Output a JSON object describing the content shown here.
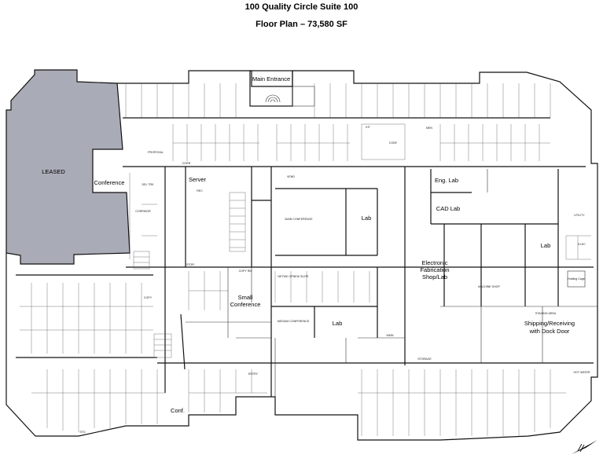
{
  "header": {
    "title": "100 Quality Circle Suite 100",
    "subtitle": "Floor Plan – 73,580 SF"
  },
  "colors": {
    "leased_fill": "#a9abb6",
    "wall": "#111111",
    "background": "#ffffff"
  },
  "rooms": {
    "main_entrance": "Main Entrance",
    "leased": "LEASED",
    "conference": "Conference",
    "server": "Server",
    "main_conference": "MAIN CONFERENCE",
    "lab_center": "Lab",
    "eng_lab": "Eng. Lab",
    "cad_lab": "CAD Lab",
    "lab_right": "Lab",
    "electronic_fab_1": "Electronic",
    "electronic_fab_2": "Fabrication",
    "electronic_fab_3": "Shop/Lab",
    "machine_shop": "MACHINE SHOP",
    "small_conf_1": "Small",
    "small_conf_2": "Conference",
    "medium_conference": "MEDIUM CONFERENCE",
    "lab_lower": "Lab",
    "shipping_1": "Shipping/Receiving",
    "shipping_2": "with Dock Door",
    "staging_area": "STAGING AREA",
    "conf_small": "Conf.",
    "storage": "STORAGE",
    "entry": "ENTRY",
    "copy": "COPY",
    "copy_rm": "COPY RM",
    "elec": "ELEC",
    "utility": "UTILITY",
    "proposal": "PROPOSAL",
    "corridor": "CORRIDOR",
    "corr": "CORR",
    "kit": "KIT",
    "conf": "CONF",
    "vend": "VEND",
    "men": "MEN",
    "wmn": "WMN",
    "rec": "REC",
    "std": "STD",
    "stor": "STOR",
    "netwk": "NETWK OPNEW SUITE",
    "del_trk": "DEL TRK",
    "hot_water": "HOT WATER",
    "holding_cage": "Holding Cage"
  }
}
